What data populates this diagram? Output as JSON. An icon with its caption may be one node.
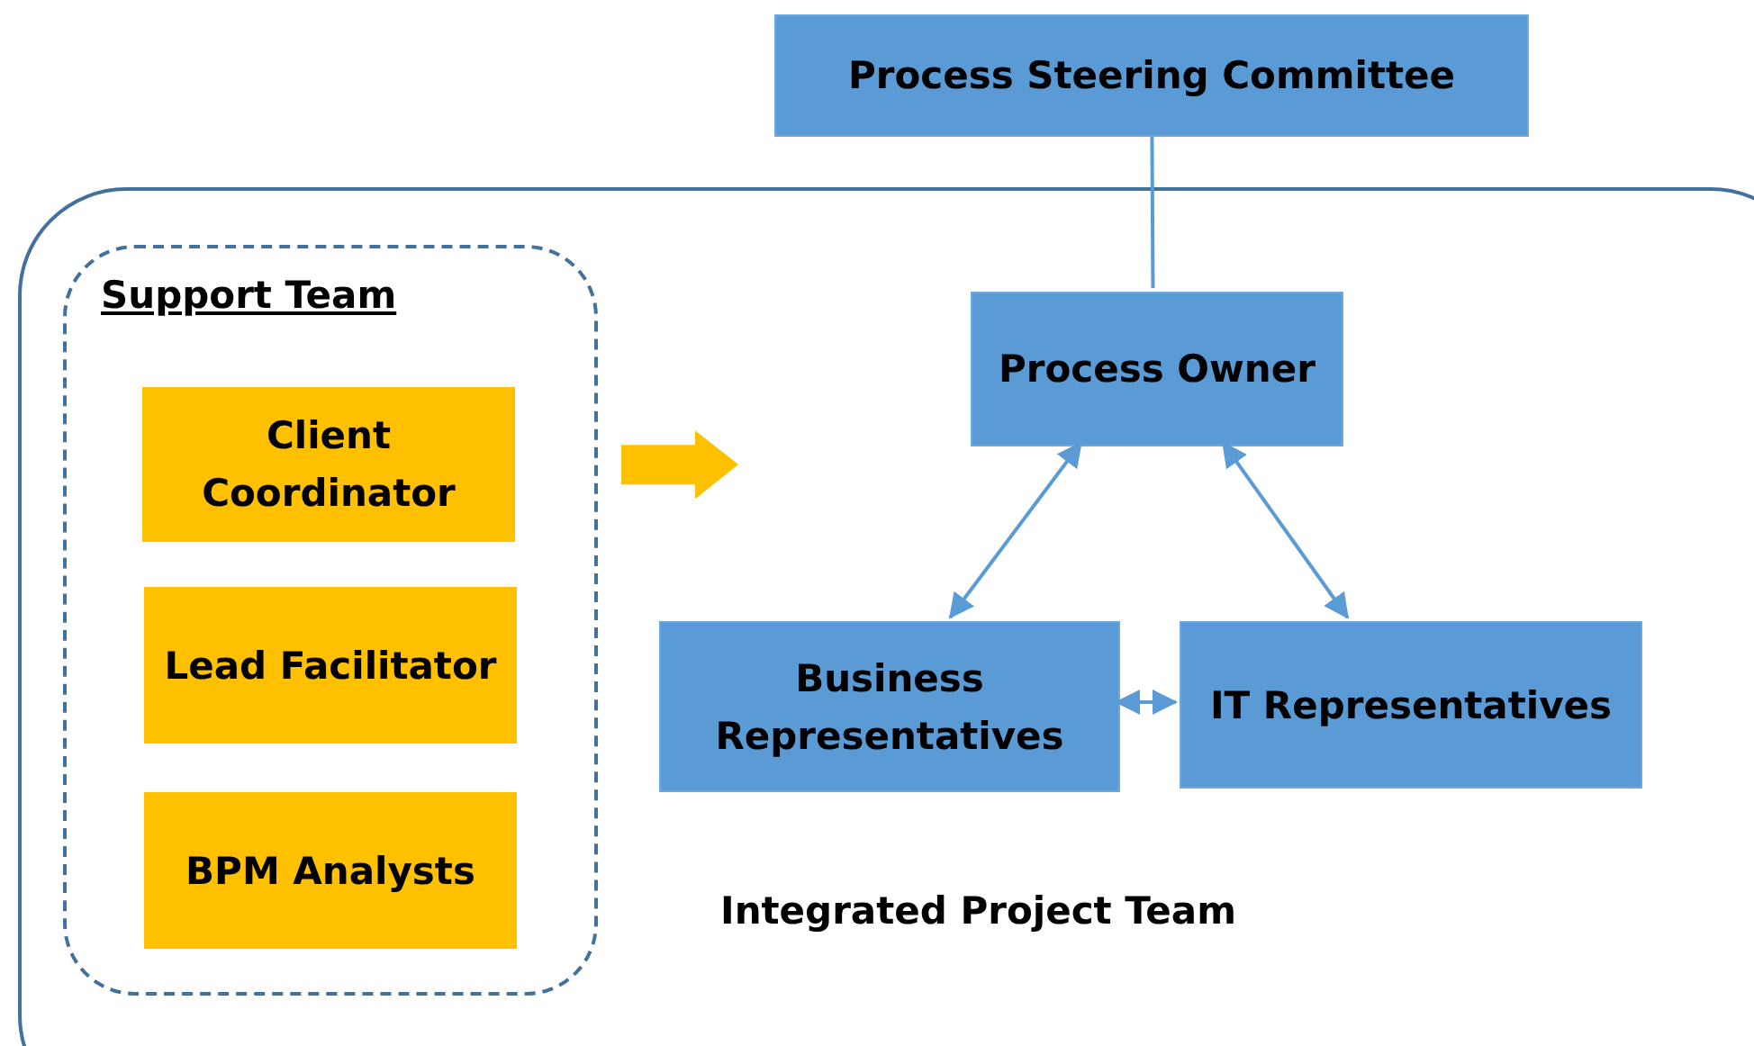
{
  "diagram": {
    "nodes": [
      {
        "text": [
          "Process Steering Committee"
        ]
      },
      {
        "text": [
          "Integrated Project Team"
        ]
      },
      {
        "text": [
          "Support Team"
        ],
        "in": 1
      },
      {
        "text": [
          "Client Coordinator"
        ],
        "in": 2
      },
      {
        "text": [
          "Lead Facilitator"
        ],
        "in": 2
      },
      {
        "text": [
          "BPM Analysts"
        ],
        "in": 2
      },
      {
        "text": [
          "Process Owner"
        ],
        "in": 1
      },
      {
        "text": [
          "Business Representatives"
        ],
        "in": 1
      },
      {
        "text": [
          "IT Representatives"
        ],
        "in": 1
      }
    ],
    "edges": [
      {
        "from": 0,
        "to": 6,
        "arrow": "none"
      },
      {
        "from": 6,
        "to": 7,
        "arrow": "both"
      },
      {
        "from": 6,
        "to": 8,
        "arrow": "both"
      },
      {
        "from": 7,
        "to": 8,
        "arrow": "both"
      },
      {
        "from": 2,
        "to": null,
        "arrow": "to",
        "style": "thick",
        "color": "#ffc000"
      }
    ]
  }
}
